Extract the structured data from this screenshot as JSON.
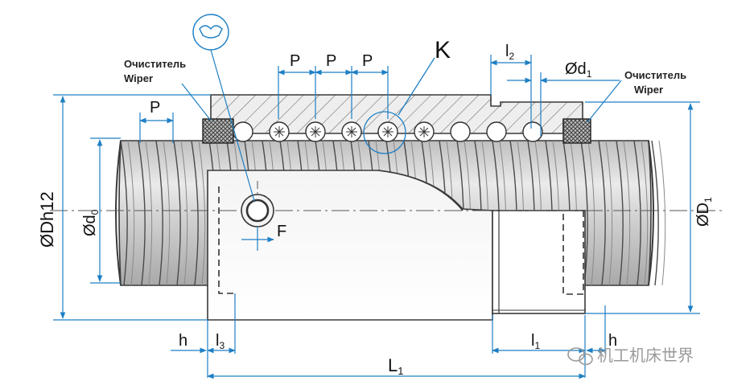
{
  "colors": {
    "dimension_blue": "#1e7fc4",
    "outline": "#3a3a3a",
    "screw_fill": "#d4d4d4",
    "hatch_fill": "#eeeeee",
    "watermark": "#9a9a9a"
  },
  "labels": {
    "wiper_left_ru": "Очиститель",
    "wiper_left_en": "Wiper",
    "wiper_right_ru": "Очиститель",
    "wiper_right_en": "Wiper"
  },
  "dimensions": {
    "P1": "P",
    "P2": "P",
    "P3": "P",
    "P4": "P",
    "K": "K",
    "l2_main": "l",
    "l2_sub": "2",
    "d1_main": "Ød",
    "d1_sub": "1",
    "Dh12": "ØDh12",
    "d0_main": "Ød",
    "d0_sub": "0",
    "D1_main": "ØD",
    "D1_sub": "1",
    "F": "F",
    "h_left": "h",
    "h_right": "h",
    "l3_main": "l",
    "l3_sub": "3",
    "l1_main": "l",
    "l1_sub": "1",
    "L1_main": "L",
    "L1_sub": "1"
  },
  "watermark": {
    "text": "机工机床世界",
    "icon": "wechat-icon"
  },
  "icons": {
    "detail_callout": "lubrication-fitting-icon"
  }
}
